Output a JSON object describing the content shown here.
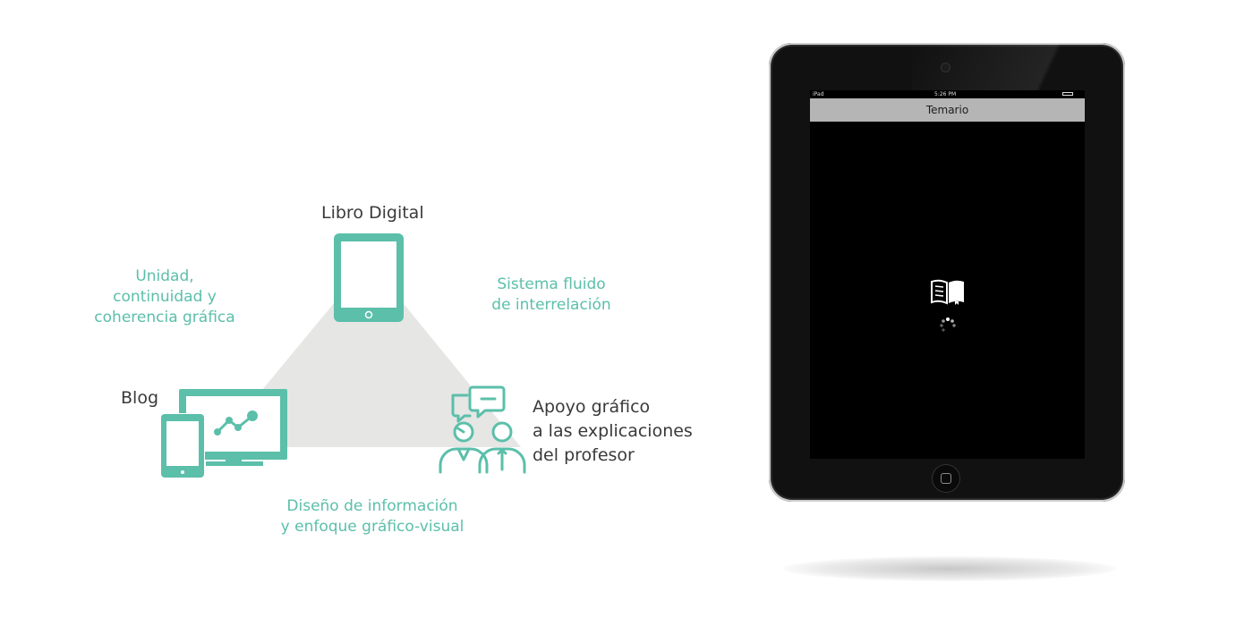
{
  "diagram": {
    "nodes": {
      "libro": {
        "label": "Libro Digital"
      },
      "blog": {
        "label": "Blog"
      },
      "apoyo": {
        "label": "Apoyo gráfico\na las explicaciones\ndel profesor"
      }
    },
    "edges": {
      "left": {
        "label": "Unidad,\ncontinuidad y\ncoherencia gráfica"
      },
      "right": {
        "label": "Sistema fluido\nde interrelación"
      },
      "bottom": {
        "label": "Diseño de información\ny enfoque gráfico-visual"
      }
    },
    "colors": {
      "accent": "#5bbfaa",
      "triangle": "#e6e6e4",
      "text": "#3a3a3a"
    }
  },
  "tablet": {
    "status": {
      "carrier": "iPad",
      "time": "5:26 PM"
    },
    "title": "Temario",
    "icons": [
      "book-icon",
      "loading-spinner-icon",
      "camera",
      "home-button"
    ]
  }
}
